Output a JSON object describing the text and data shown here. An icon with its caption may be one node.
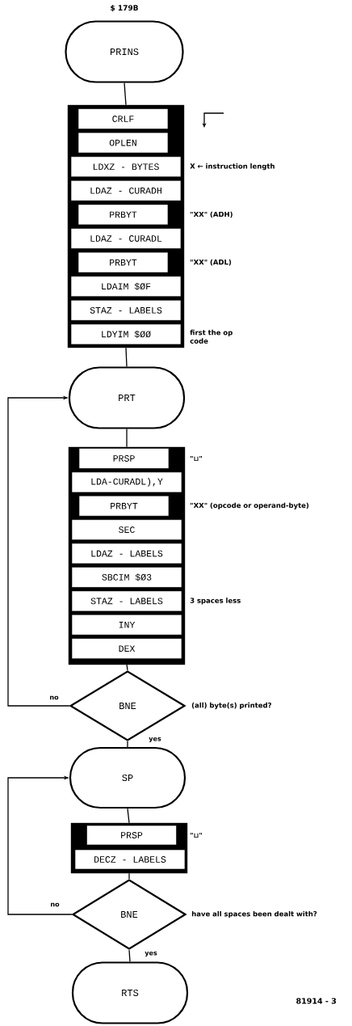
{
  "diagram": {
    "nodes": [
      {
        "text": [
          "PRINS"
        ],
        "beside": [
          "$ 179B"
        ]
      },
      {
        "text": [],
        "shape": "box"
      },
      {
        "text": [
          "CRLF"
        ],
        "in": 1
      },
      {
        "text": [
          "OPLEN"
        ],
        "in": 1
      },
      {
        "text": [
          "LDXZ - BYTES"
        ],
        "in": 1,
        "beside": [
          "X ← instruction length"
        ]
      },
      {
        "text": [
          "LDAZ - CURADH"
        ],
        "in": 1
      },
      {
        "text": [
          "PRBYT"
        ],
        "in": 1,
        "beside": [
          "\"XX\" (ADH)"
        ]
      },
      {
        "text": [
          "LDAZ - CURADL"
        ],
        "in": 1
      },
      {
        "text": [
          "PRBYT"
        ],
        "in": 1,
        "beside": [
          "\"XX\" (ADL)"
        ]
      },
      {
        "text": [
          "LDAIM $ØF"
        ],
        "in": 1
      },
      {
        "text": [
          "STAZ - LABELS"
        ],
        "in": 1
      },
      {
        "text": [
          "LDYIM $ØØ"
        ],
        "in": 1,
        "beside": [
          "first the op code"
        ]
      },
      {
        "text": [
          "PRT"
        ]
      },
      {
        "text": [],
        "shape": "box"
      },
      {
        "text": [
          "PRSP"
        ],
        "in": 13,
        "beside": [
          "\"⊔\""
        ]
      },
      {
        "text": [
          "LDA-CURADL),Y"
        ],
        "in": 13
      },
      {
        "text": [
          "PRBYT"
        ],
        "in": 13,
        "beside": [
          "\"XX\" (opcode or operand-byte)"
        ]
      },
      {
        "text": [
          "SEC"
        ],
        "in": 13
      },
      {
        "text": [
          "LDAZ - LABELS"
        ],
        "in": 13
      },
      {
        "text": [
          "SBCIM $Ø3"
        ],
        "in": 13
      },
      {
        "text": [
          "STAZ - LABELS"
        ],
        "in": 13,
        "beside": [
          "3 spaces less"
        ]
      },
      {
        "text": [
          "INY"
        ],
        "in": 13
      },
      {
        "text": [
          "DEX"
        ],
        "in": 13
      },
      {
        "text": [
          "BNE"
        ],
        "beside": [
          "(all) byte(s) printed?"
        ]
      },
      {
        "text": [
          "SP"
        ]
      },
      {
        "text": [],
        "shape": "box"
      },
      {
        "text": [
          "PRSP"
        ],
        "in": 25,
        "beside": [
          "\"⊔\""
        ]
      },
      {
        "text": [
          "DECZ - LABELS"
        ],
        "in": 25
      },
      {
        "text": [
          "BNE"
        ],
        "beside": [
          "have all spaces been dealt with?"
        ]
      },
      {
        "text": [
          "RTS"
        ]
      }
    ],
    "edges": [
      {
        "from": 0,
        "to": 1,
        "arrow": "none"
      },
      {
        "from": 1,
        "to": 12,
        "arrow": "none"
      },
      {
        "from": 12,
        "to": 13,
        "arrow": "none"
      },
      {
        "from": 13,
        "to": 23,
        "arrow": "none"
      },
      {
        "from": 23,
        "to": 12,
        "arrow": "to",
        "label": "no"
      },
      {
        "from": 23,
        "to": 24,
        "arrow": "none",
        "label": "yes"
      },
      {
        "from": 24,
        "to": 25,
        "arrow": "none"
      },
      {
        "from": 25,
        "to": 28,
        "arrow": "none"
      },
      {
        "from": 28,
        "to": 24,
        "arrow": "to",
        "label": "no"
      },
      {
        "from": 28,
        "to": 29,
        "arrow": "none",
        "label": "yes"
      }
    ],
    "labels": [
      "81914 - 3"
    ]
  }
}
